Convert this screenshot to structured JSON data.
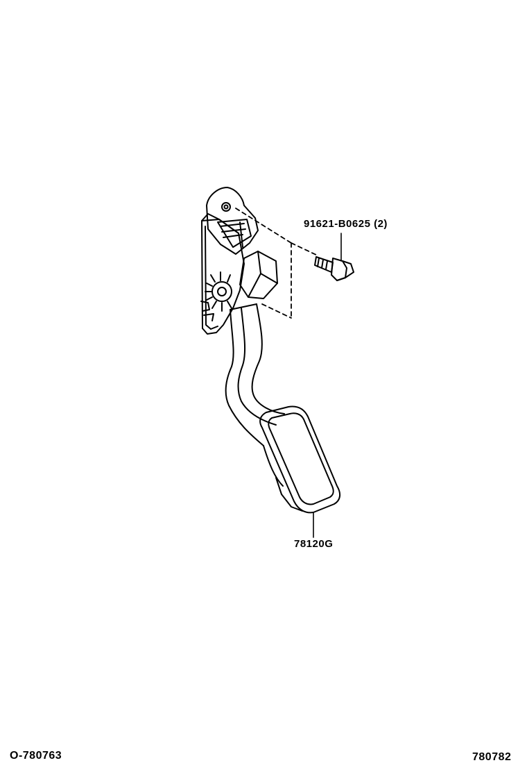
{
  "callouts": {
    "bolt": {
      "part_number": "91621-B0625",
      "quantity": "(2)"
    },
    "pedal": {
      "part_number": "78120G"
    }
  },
  "footer": {
    "left_code": "O-780763",
    "right_code": "780782"
  },
  "style": {
    "line_color": "#000000",
    "background": "#ffffff"
  }
}
